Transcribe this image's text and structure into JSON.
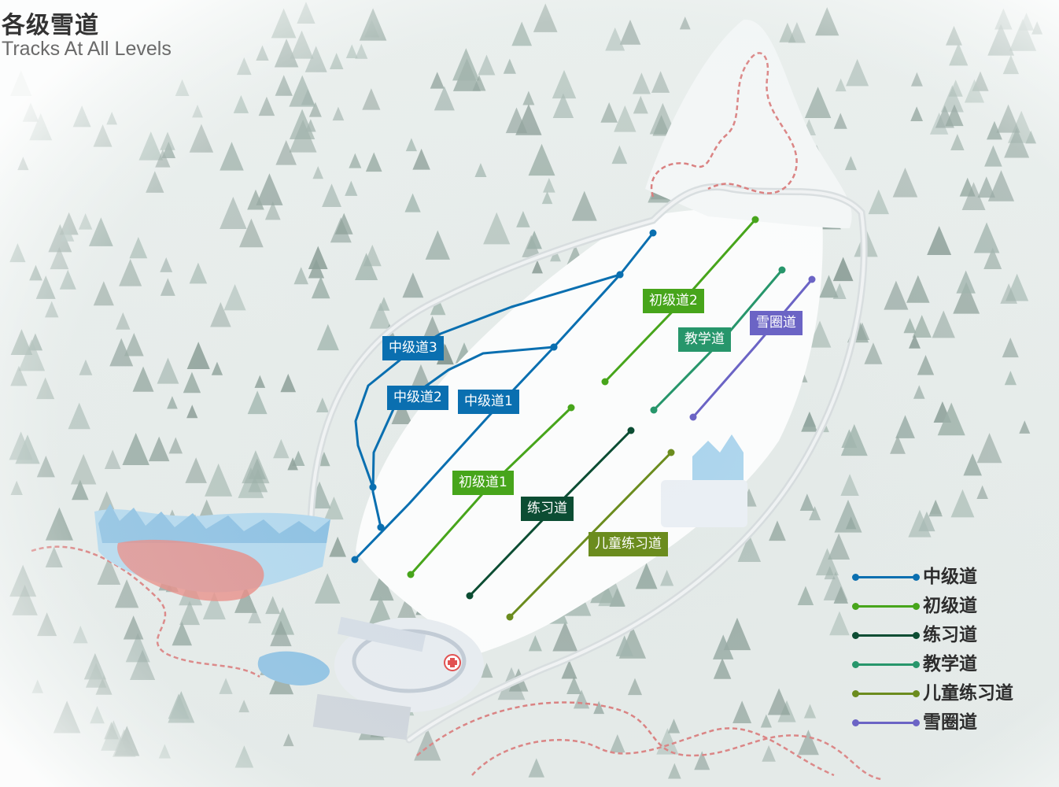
{
  "header": {
    "title": "各级雪道",
    "subtitle": "Tracks At All Levels"
  },
  "colors": {
    "intermediate": "#0a6fb0",
    "beginner": "#47a51b",
    "practice": "#0c4d33",
    "teaching": "#27966b",
    "kids_practice": "#6b8c1e",
    "snow_tube": "#6b64c5",
    "forest": "#99aba7",
    "snow": "#fbfcfc",
    "building": "#dfe6ee",
    "fence_red": "#d46a6a"
  },
  "trail_labels": {
    "intermediate_3": "中级道3",
    "intermediate_2": "中级道2",
    "intermediate_1": "中级道1",
    "beginner_2": "初级道2",
    "beginner_1": "初级道1",
    "teaching": "教学道",
    "snow_tube": "雪圈道",
    "practice": "练习道",
    "kids_practice": "儿童练习道"
  },
  "legend": {
    "items": [
      {
        "label": "中级道",
        "color": "#0a6fb0"
      },
      {
        "label": "初级道",
        "color": "#47a51b"
      },
      {
        "label": "练习道",
        "color": "#0c4d33"
      },
      {
        "label": "教学道",
        "color": "#27966b"
      },
      {
        "label": "儿童练习道",
        "color": "#6b8c1e"
      },
      {
        "label": "雪圈道",
        "color": "#6b64c5"
      }
    ]
  }
}
